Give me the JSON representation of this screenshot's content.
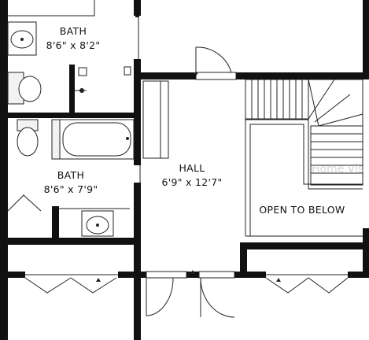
{
  "rooms": {
    "bath_top": {
      "name": "BATH",
      "dims": "8'6\" x 8'2\""
    },
    "bath_bottom": {
      "name": "BATH",
      "dims": "8'6\" x 7'9\""
    },
    "hall": {
      "name": "HALL",
      "dims": "6'9\" x 12'7\""
    },
    "open_below": {
      "name": "OPEN TO BELOW"
    }
  },
  "watermark": {
    "text": "Home Vis"
  },
  "colors": {
    "wall": "#111111",
    "line": "#222222",
    "fixture_fill": "#f2f2f2"
  }
}
